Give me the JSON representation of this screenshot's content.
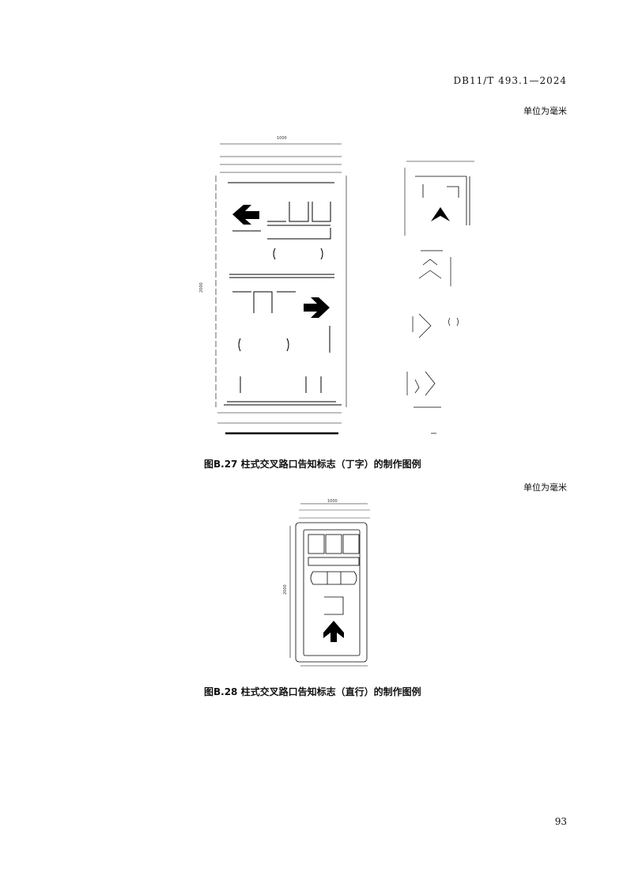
{
  "header": {
    "standard_code": "DB11/T 493.1—2024"
  },
  "figures": [
    {
      "unit_note": "单位为毫米",
      "caption": "图B.27  柱式交叉路口告知标志（丁字）的制作图例",
      "arrows": [
        "left",
        "right"
      ]
    },
    {
      "unit_note": "单位为毫米",
      "caption": "图B.28  柱式交叉路口告知标志（直行）的制作图例",
      "arrows": [
        "up"
      ],
      "dimensions": {
        "width": "1000",
        "height": "2000"
      }
    }
  ],
  "footer": {
    "page_number": "93"
  }
}
